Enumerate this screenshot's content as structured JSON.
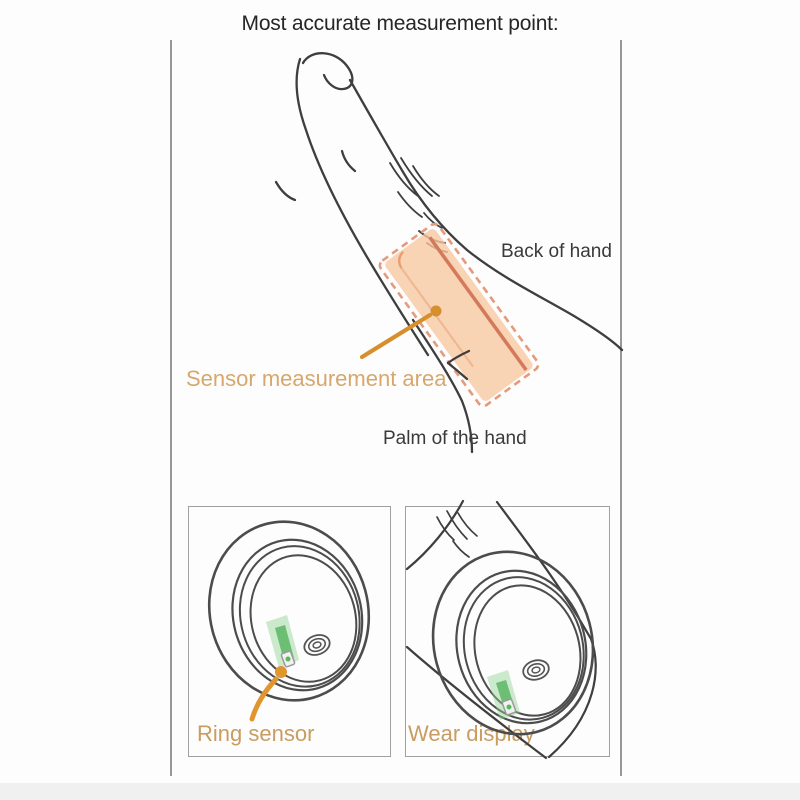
{
  "title": "Most accurate measurement point:",
  "finger_diagram": {
    "back_of_hand_label": "Back of hand",
    "sensor_area_label": "Sensor measurement area",
    "palm_of_hand_label": "Palm of the hand"
  },
  "panels": [
    {
      "label": "Ring sensor"
    },
    {
      "label": "Wear display"
    }
  ],
  "icons": {
    "sensor_beam": "green-light-beam",
    "coil": "spiral-coil",
    "pointer": "orange-arrow-with-dot"
  },
  "colors": {
    "accent_arrow_orange": "#d78f2e",
    "label_orange": "#d7a76c",
    "panel_label_orange": "#c99c60",
    "band_fill": "#f6c8a1",
    "band_dashed_border": "#e59a7b",
    "band_inner_line": "#d4795a",
    "sensor_green": "#2fa23c",
    "line_art_dark": "#3e3e3e",
    "frame_grey": "#979797"
  }
}
